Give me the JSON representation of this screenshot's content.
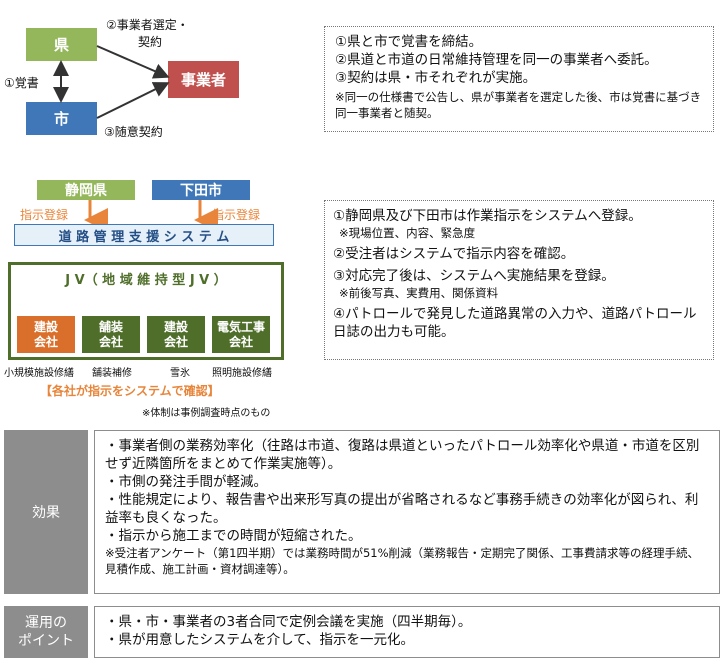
{
  "top": {
    "ken": "県",
    "shi": "市",
    "jigyosha": "事業者",
    "label_select": "②事業者選定・",
    "label_select2": "契約",
    "label_memo": "①覚書",
    "label_zuii": "③随意契約",
    "notes": [
      "①県と市で覚書を締結。",
      "②県道と市道の日常維持管理を同一の事業者へ委託。",
      "③契約は県・市それぞれが実施。"
    ],
    "note_small": "※同一の仕様書で公告し、県が事業者を選定した後、市は覚書に基づき同一事業者と随契。"
  },
  "middle": {
    "shizuoka": "静岡県",
    "shimoda": "下田市",
    "shiji_left": "指示登録",
    "shiji_right": "指示登録",
    "system": "道 路 管 理 支 援 シ ス テ ム",
    "jv": "J V（ 地 域 維 持 型 J V ）",
    "companies": [
      {
        "name": "建設\n会社",
        "role": "小規模施設修繕",
        "color": "#d96f2a"
      },
      {
        "name": "舗装\n会社",
        "role": "舗装補修",
        "color": "#4f6e2a"
      },
      {
        "name": "建設\n会社",
        "role": "雪氷",
        "color": "#4f6e2a"
      },
      {
        "name": "電気工事\n会社",
        "role": "照明施設修繕",
        "color": "#4f6e2a"
      }
    ],
    "confirm": "【各社が指示をシステムで確認】",
    "footnote": "※体制は事例調査時点のもの",
    "notes": [
      {
        "main": "①静岡県及び下田市は作業指示をシステムへ登録。",
        "sub": "※現場位置、内容、緊急度"
      },
      {
        "main": "②受注者はシステムで指示内容を確認。",
        "sub": ""
      },
      {
        "main": "③対応完了後は、システムへ実施結果を登録。",
        "sub": "※前後写真、実費用、関係資料"
      },
      {
        "main": "④パトロールで発見した道路異常の入力や、道路パトロール日誌の出力も可能。",
        "sub": ""
      }
    ]
  },
  "effect": {
    "label": "効果",
    "lines": [
      "・事業者側の業務効率化（往路は市道、復路は県道といったパトロール効率化や県道・市道を区別せず近隣箇所をまとめて作業実施等）。",
      "・市側の発注手間が軽減。",
      "・性能規定により、報告書や出来形写真の提出が省略されるなど事務手続きの効率化が図られ、利益率も良くなった。",
      "・指示から施工までの時間が短縮された。"
    ],
    "sub": "※受注者アンケート（第1四半期）では業務時間が51%削減（業務報告・定期完了関係、工事費請求等の経理手続、見積作成、施工計画・資材調達等）。"
  },
  "operation": {
    "label": "運用の\nポイント",
    "lines": [
      "・県・市・事業者の3者合同で定例会議を実施（四半期毎）。",
      "・県が用意したシステムを介して、指示を一元化。"
    ]
  },
  "colors": {
    "green": "#93b75a",
    "blue": "#3f77b8",
    "red": "#c0504d",
    "orange": "#d96f2a",
    "dark_green": "#4f6e2a",
    "system_fill": "#e6f0f8"
  }
}
